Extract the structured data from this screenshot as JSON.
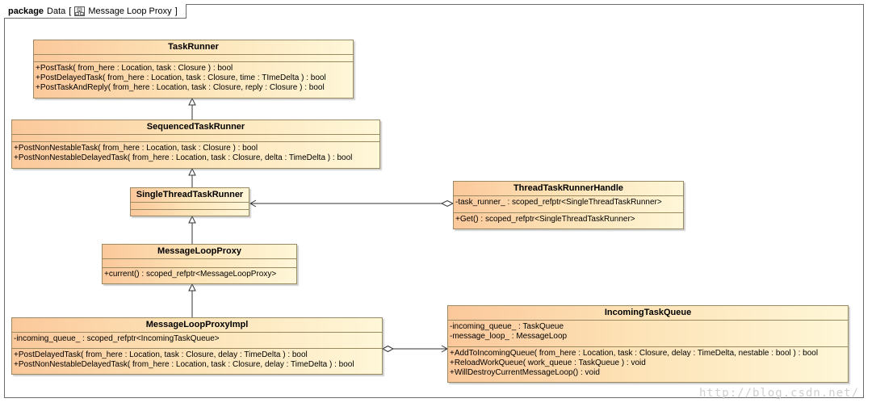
{
  "package": {
    "keyword": "package",
    "name": "Data",
    "open_bracket": "[",
    "diagram": "Message Loop Proxy",
    "close_bracket": "]"
  },
  "classes": {
    "task_runner": {
      "name": "TaskRunner",
      "attributes": [],
      "operations": [
        "+PostTask( from_here : Location, task : Closure ) : bool",
        "+PostDelayedTask( from_here : Location, task : Closure, time : TImeDelta ) : bool",
        "+PostTaskAndReply( from_here : Location, task : Closure, reply : Closure ) : bool"
      ]
    },
    "sequenced_task_runner": {
      "name": "SequencedTaskRunner",
      "attributes": [],
      "operations": [
        "+PostNonNestableTask( from_here : Location, task : Closure ) : bool",
        "+PostNonNestableDelayedTask( from_here : Location, task : Closure, delta : TimeDelta ) : bool"
      ]
    },
    "single_thread_task_runner": {
      "name": "SingleThreadTaskRunner",
      "attributes": [],
      "operations": []
    },
    "thread_task_runner_handle": {
      "name": "ThreadTaskRunnerHandle",
      "attributes": [
        "-task_runner_ : scoped_refptr<SingleThreadTaskRunner>"
      ],
      "operations": [
        "+Get() : scoped_refptr<SingleThreadTaskRunner>"
      ]
    },
    "message_loop_proxy": {
      "name": "MessageLoopProxy",
      "attributes": [],
      "operations": [
        "+current() : scoped_refptr<MessageLoopProxy>"
      ]
    },
    "message_loop_proxy_impl": {
      "name": "MessageLoopProxyImpl",
      "attributes": [
        "-incoming_queue_ : scoped_refptr<IncomingTaskQueue>"
      ],
      "operations": [
        "+PostDelayedTask( from_here : Location, task : Closure, delay : TimeDelta ) : bool",
        "+PostNonNestableDelayedTask( from_here : Location, task : Closure, delay : TimeDelta ) : bool"
      ]
    },
    "incoming_task_queue": {
      "name": "IncomingTaskQueue",
      "attributes": [
        "-incoming_queue_ : TaskQueue",
        "-message_loop_ : MessageLoop"
      ],
      "operations": [
        "+AddToIncomingQueue( from_here : Location, task : Closure, delay : TimeDelta, nestable : bool ) : bool",
        "+ReloadWorkQueue( work_queue : TaskQueue ) : void",
        "+WillDestroyCurrentMessageLoop() : void"
      ]
    }
  },
  "relationships": [
    {
      "type": "generalization",
      "from": "SequencedTaskRunner",
      "to": "TaskRunner"
    },
    {
      "type": "generalization",
      "from": "SingleThreadTaskRunner",
      "to": "SequencedTaskRunner"
    },
    {
      "type": "generalization",
      "from": "MessageLoopProxy",
      "to": "SingleThreadTaskRunner"
    },
    {
      "type": "generalization",
      "from": "MessageLoopProxyImpl",
      "to": "MessageLoopProxy"
    },
    {
      "type": "aggregation",
      "from": "ThreadTaskRunnerHandle",
      "to": "SingleThreadTaskRunner"
    },
    {
      "type": "aggregation",
      "from": "MessageLoopProxyImpl",
      "to": "IncomingTaskQueue"
    }
  ],
  "watermark": "http://blog.csdn.net/"
}
